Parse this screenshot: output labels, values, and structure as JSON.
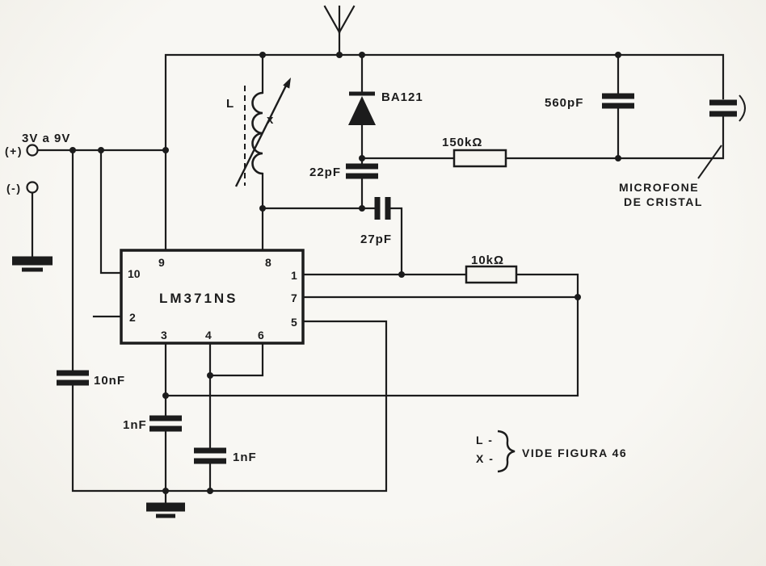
{
  "colors": {
    "paper": "#f6f5f0",
    "ink": "#1c1c1c"
  },
  "power": {
    "range_label": "3V a 9V",
    "positive_label": "(+)",
    "negative_label": "(-)"
  },
  "inductor": {
    "label": "L",
    "tap_label": "x"
  },
  "diode": {
    "label": "BA121"
  },
  "capacitors": {
    "c22": "22pF",
    "c27": "27pF",
    "c560": "560pF",
    "c10n": "10nF",
    "c1n_a": "1nF",
    "c1n_b": "1nF"
  },
  "resistors": {
    "r150k": "150kΩ",
    "r10k": "10kΩ"
  },
  "microphone": {
    "line1": "MICROFONE",
    "line2": "DE CRISTAL"
  },
  "ic": {
    "part": "LM371NS",
    "pin1": "1",
    "pin2": "2",
    "pin3": "3",
    "pin4": "4",
    "pin5": "5",
    "pin6": "6",
    "pin7": "7",
    "pin8": "8",
    "pin9": "9",
    "pin10": "10"
  },
  "note": {
    "l_item": "L -",
    "x_item": "X -",
    "reference": "VIDE FIGURA 46"
  }
}
